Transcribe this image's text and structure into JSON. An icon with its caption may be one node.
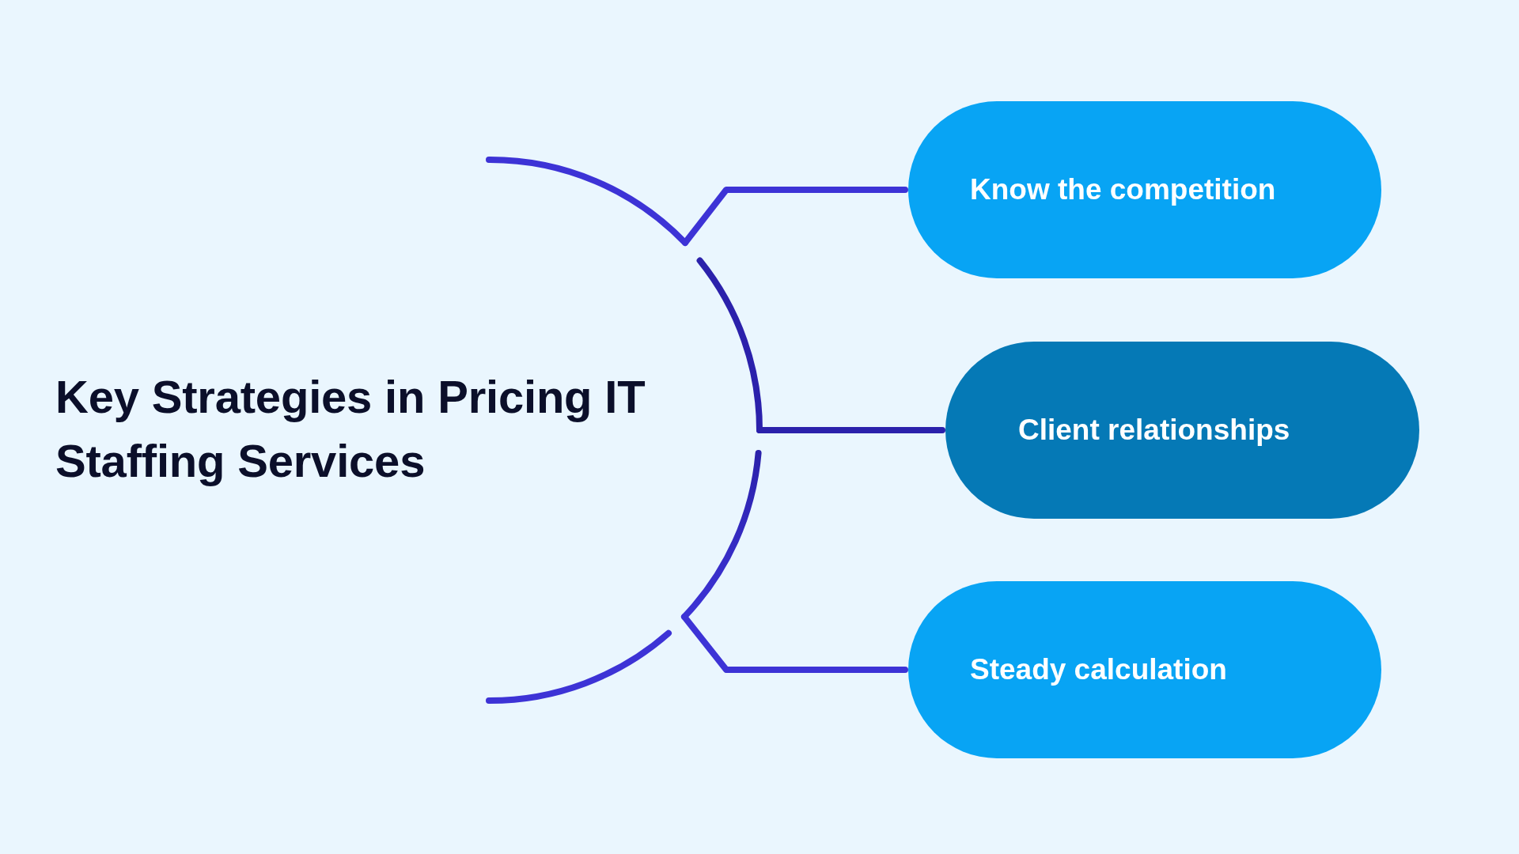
{
  "diagram": {
    "title": "Key Strategies in Pricing IT Staffing Services",
    "nodes": [
      {
        "text": [],
        "shape": "arc"
      },
      {
        "text": [
          "Know the competition"
        ]
      },
      {
        "text": [
          "Client relationships"
        ]
      },
      {
        "text": [
          "Steady calculation"
        ]
      }
    ],
    "edges": [
      {
        "from": 0,
        "to": 1,
        "arrow": "none"
      },
      {
        "from": 0,
        "to": 2,
        "arrow": "none",
        "color": "#2b21ab"
      },
      {
        "from": 0,
        "to": 3,
        "arrow": "none"
      }
    ]
  }
}
